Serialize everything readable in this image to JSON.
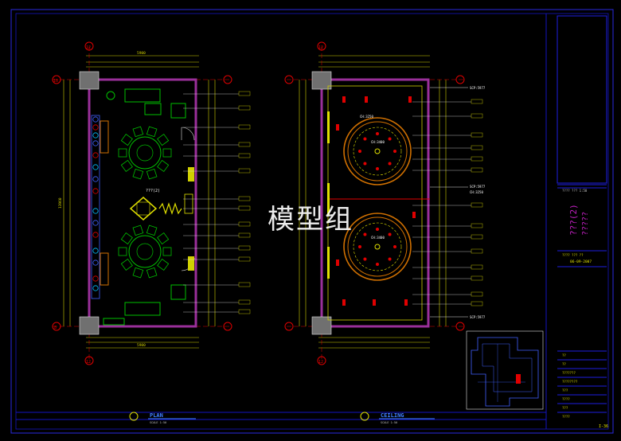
{
  "watermark": "模型组",
  "plan": {
    "view_title": "PLAN",
    "scale_note": "SCALE  1:50",
    "room_tag": "???(2)",
    "grid_top": "12",
    "grid_bottom": "12",
    "grid_left_a": "10",
    "grid_left_b": "8",
    "dim_top": "5900",
    "dim_bottom": "5900",
    "dim_total": "13960"
  },
  "ceiling": {
    "view_title": "CEILING",
    "scale_note": "SCALE  1:50",
    "label_top": "CH:3250",
    "label_mid": "CH:3250",
    "label_side": "CH:3400",
    "note_top": "SCP:5977",
    "note_mid": "SCP:5977",
    "note_bottom": "SCP:5977",
    "grid_top": "12",
    "grid_bottom": "12"
  },
  "title_block": {
    "sheet_label": "???(2)",
    "sheet_sub": "?????",
    "drawing_no": "I-36",
    "rows": [
      "??",
      "??",
      "???????",
      "????????",
      "???",
      "????",
      "???",
      "????"
    ],
    "date": "06-09-2007"
  },
  "colors": {
    "frame": "#1e1ee0",
    "wall": "#9a2f9a",
    "furniture": "#00c000",
    "dimension": "#d0d000",
    "grid": "#e00000",
    "ceiling_ring": "#d07000",
    "leader": "#ffffff"
  }
}
